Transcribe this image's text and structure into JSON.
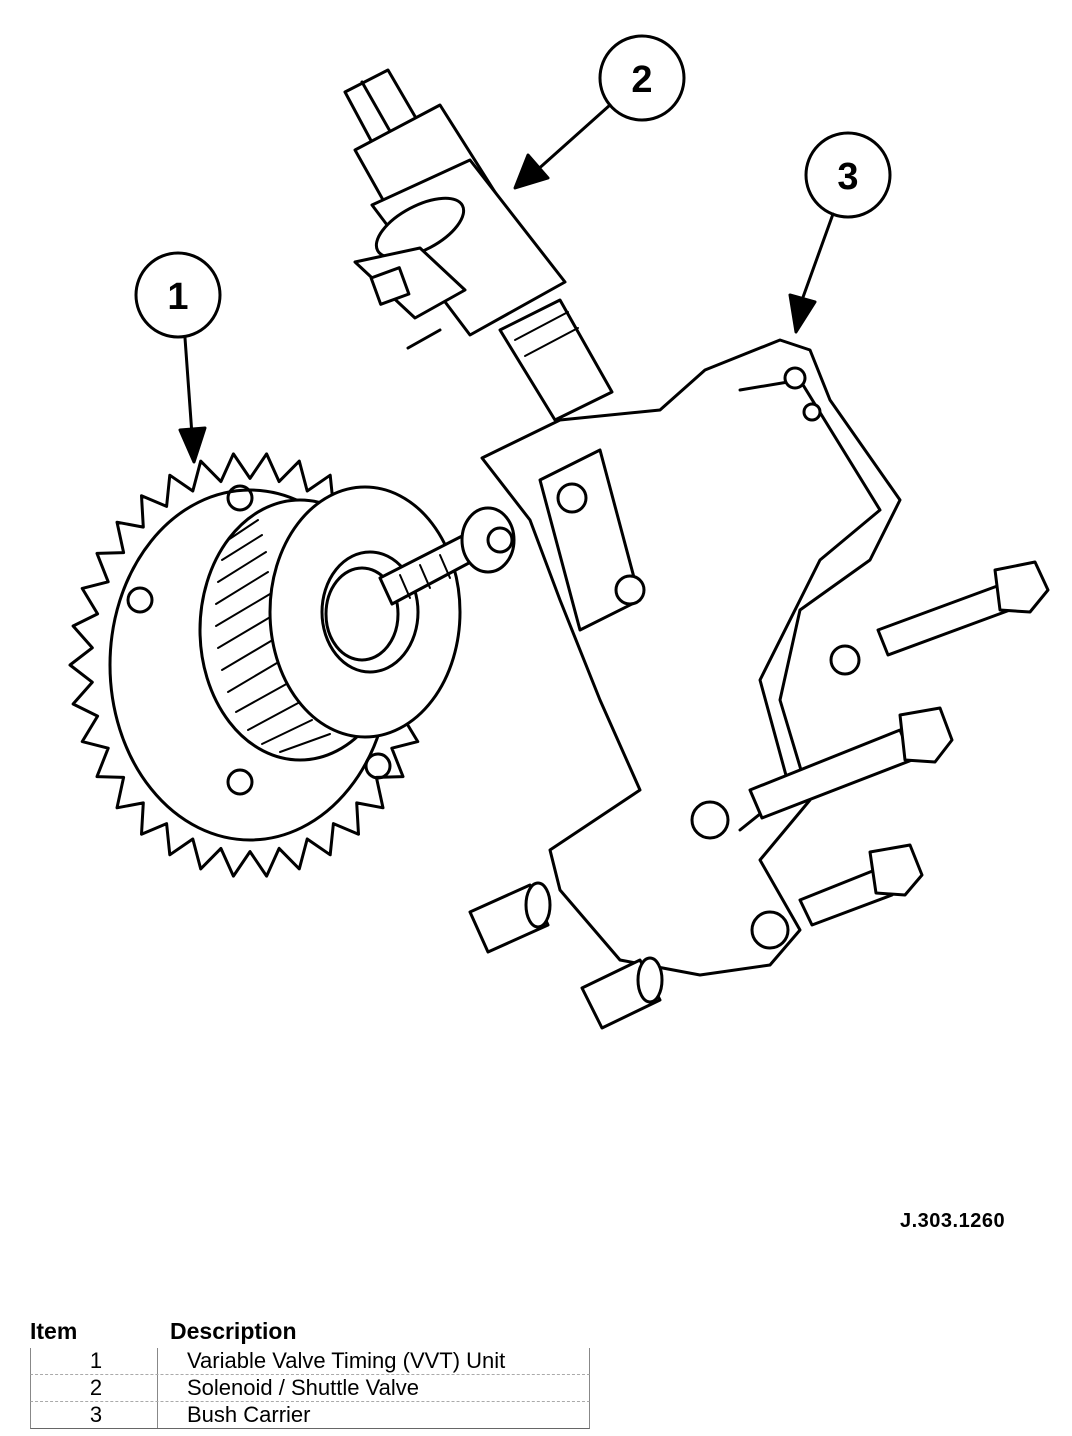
{
  "callouts": [
    {
      "number": "1",
      "description": "Variable Valve Timing (VVT) Unit"
    },
    {
      "number": "2",
      "description": "Solenoid / Shuttle Valve"
    },
    {
      "number": "3",
      "description": "Bush Carrier"
    }
  ],
  "reference_code": "J.303.1260",
  "legend": {
    "item_header": "Item",
    "description_header": "Description",
    "rows": [
      {
        "item": "1",
        "description": "Variable Valve Timing (VVT) Unit"
      },
      {
        "item": "2",
        "description": "Solenoid / Shuttle Valve"
      },
      {
        "item": "3",
        "description": "Bush Carrier"
      }
    ]
  },
  "colors": {
    "line": "#000000",
    "background": "#ffffff"
  }
}
